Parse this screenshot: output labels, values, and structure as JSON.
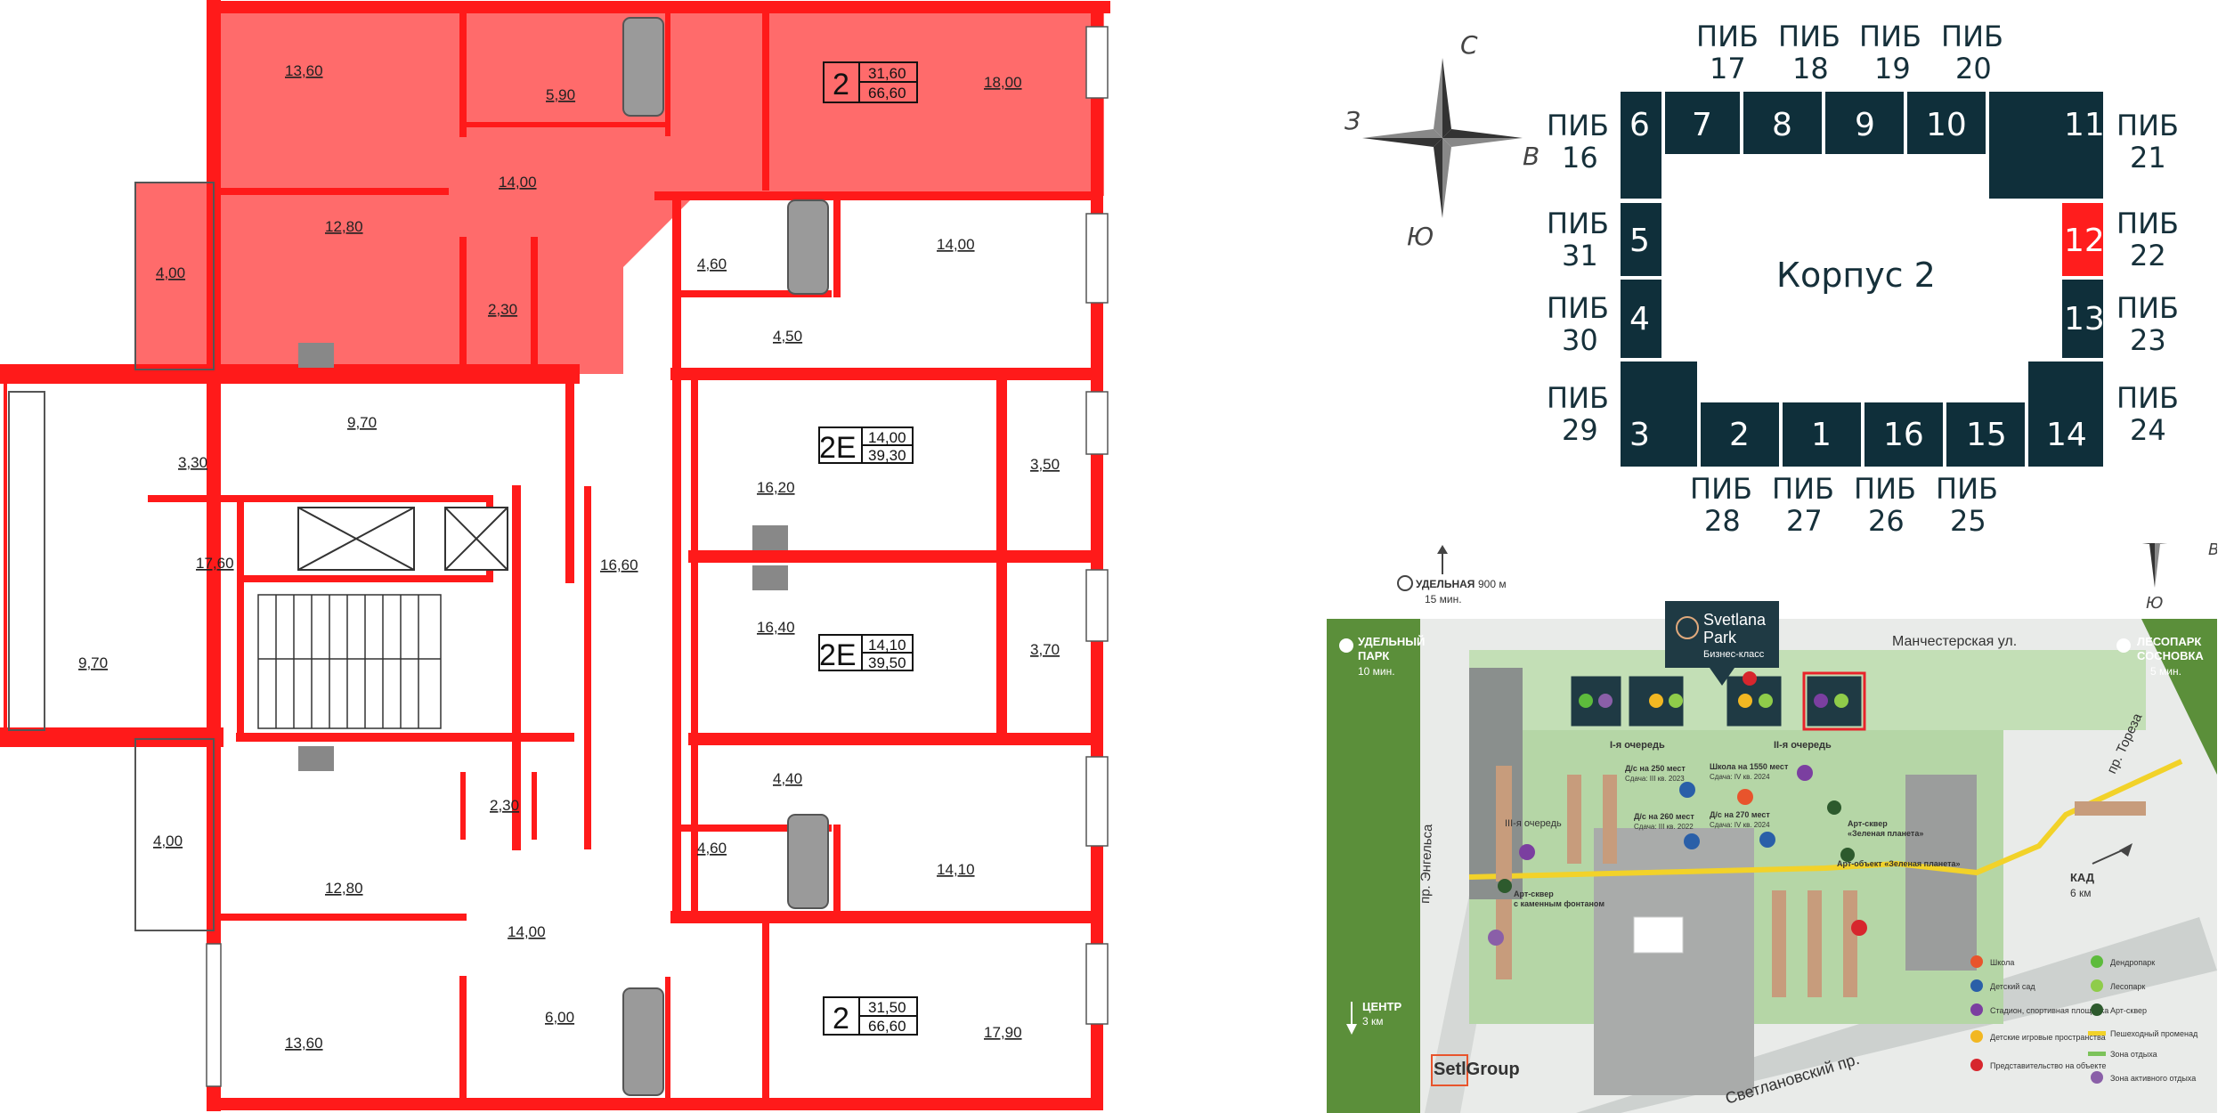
{
  "plan": {
    "rooms_top": [
      "13,60",
      "5,90",
      "14,00",
      "18,00",
      "12,80",
      "4,00",
      "2,30"
    ],
    "rooms_mid": [
      "4,60",
      "14,00",
      "4,50",
      "9,70",
      "3,30",
      "17,60",
      "16,60",
      "16,20",
      "3,50",
      "16,40",
      "3,70",
      "9,70"
    ],
    "rooms_bottom": [
      "4,40",
      "2,30",
      "4,60",
      "14,10",
      "4,00",
      "12,80",
      "14,00",
      "6,00",
      "13,60",
      "17,90"
    ],
    "apt_selected": {
      "rooms": "2",
      "living": "31,60",
      "total": "66,60"
    },
    "apt_2e_a": {
      "rooms": "2Е",
      "living": "14,00",
      "total": "39,30"
    },
    "apt_2e_b": {
      "rooms": "2Е",
      "living": "14,10",
      "total": "39,50"
    },
    "apt_bottom": {
      "rooms": "2",
      "living": "31,50",
      "total": "66,60"
    }
  },
  "keyplan": {
    "title": "Корпус 2",
    "compass": {
      "n": "С",
      "s": "Ю",
      "w": "З",
      "e": "В"
    },
    "sections_top": [
      "6",
      "7",
      "8",
      "9",
      "10",
      "11"
    ],
    "sections_right": [
      "12",
      "13",
      "14"
    ],
    "sections_bottom": [
      "3",
      "2",
      "1",
      "16",
      "15"
    ],
    "sections_left": [
      "5",
      "4"
    ],
    "selected_section": "12",
    "pib_word": "ПИБ",
    "pib_top": [
      "17",
      "18",
      "19",
      "20"
    ],
    "pib_left": [
      "16",
      "31",
      "30",
      "29"
    ],
    "pib_right": [
      "21",
      "22",
      "23",
      "24"
    ],
    "pib_bottom": [
      "28",
      "27",
      "26",
      "25"
    ],
    "accent": "#ff1d1d",
    "dark": "#0f2f3a"
  },
  "sitemap": {
    "brand": "Svetlana",
    "brand2": "Park",
    "brand_sub": "Бизнес-класс",
    "metro_name": "УДЕЛЬНАЯ",
    "metro_dist": "900 м",
    "metro_time": "15 мин.",
    "park_left_1": "УДЕЛЬНЫЙ",
    "park_left_2": "ПАРК",
    "park_left_time": "10 мин.",
    "park_right_1": "ЛЕСОПАРК",
    "park_right_2": "СОСНОВКА",
    "park_right_time": "5 мин.",
    "street_top": "Манчестерская ул.",
    "street_right": "пр. Тореза",
    "street_left": "пр. Энгельса",
    "street_bottom": "Светлановский пр.",
    "queue1": "I-я очередь",
    "queue2": "II-я очередь",
    "queue3": "III-я очередь",
    "kad": "КАД",
    "kad_dist": "6 км",
    "center": "ЦЕНТР",
    "center_dist": "3 км",
    "developer": "SetlGroup",
    "school": "Школа на 1550 мест",
    "school_date": "Сдача: IV кв. 2024",
    "kg1": "Д/с на 250 мест",
    "kg1_date": "Сдача: III кв. 2023",
    "kg2": "Д/с на 260 мест",
    "kg2_date": "Сдача: III кв. 2022",
    "kg3": "Д/с на 270 мест",
    "kg3_date": "Сдача: IV кв. 2024",
    "art1a": "Арт-сквер",
    "art1b": "«Зеленая планета»",
    "art2": "Арт-объект «Зеленая планета»",
    "art3a": "Арт-сквер",
    "art3b": "с каменным фонтаном",
    "legend": [
      {
        "label": "Школа",
        "color": "#e8542c"
      },
      {
        "label": "Детский сад",
        "color": "#2a5fa8"
      },
      {
        "label": "Стадион, спортивная площадка",
        "color": "#7b3fa0"
      },
      {
        "label": "Детские игровые пространства",
        "color": "#f2b722"
      },
      {
        "label": "Представительство на объекте",
        "color": "#d7262d"
      },
      {
        "label": "Дендропарк",
        "color": "#5dbb3c"
      },
      {
        "label": "Лесопарк",
        "color": "#8fcc4a"
      },
      {
        "label": "Арт-сквер",
        "color": "#2d5a2d"
      },
      {
        "label": "Пешеходный променад",
        "color": "#f2d229"
      },
      {
        "label": "Зона отдыха",
        "color": "#7cc35a"
      },
      {
        "label": "Зона активного отдыха",
        "color": "#8a5fa8"
      }
    ]
  }
}
